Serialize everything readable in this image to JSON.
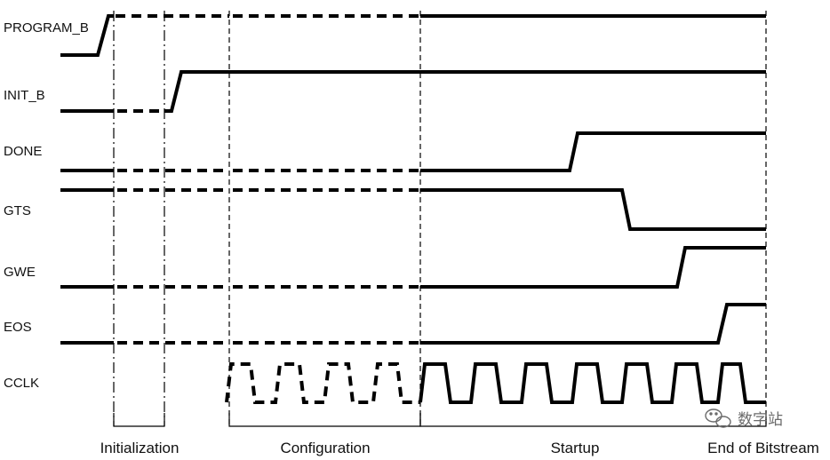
{
  "signals": [
    {
      "name": "PROGRAM_B"
    },
    {
      "name": "INIT_B"
    },
    {
      "name": "DONE"
    },
    {
      "name": "GTS"
    },
    {
      "name": "GWE"
    },
    {
      "name": "EOS"
    },
    {
      "name": "CCLK"
    }
  ],
  "phases": [
    {
      "name": "Initialization"
    },
    {
      "name": "Configuration"
    },
    {
      "name": "Startup"
    },
    {
      "name": "End of Bitstream"
    }
  ],
  "watermark": {
    "text": "数字站",
    "icon": "wechat-icon"
  },
  "colors": {
    "line": "#000000",
    "background": "#ffffff",
    "watermark": "#6b6b6b"
  }
}
